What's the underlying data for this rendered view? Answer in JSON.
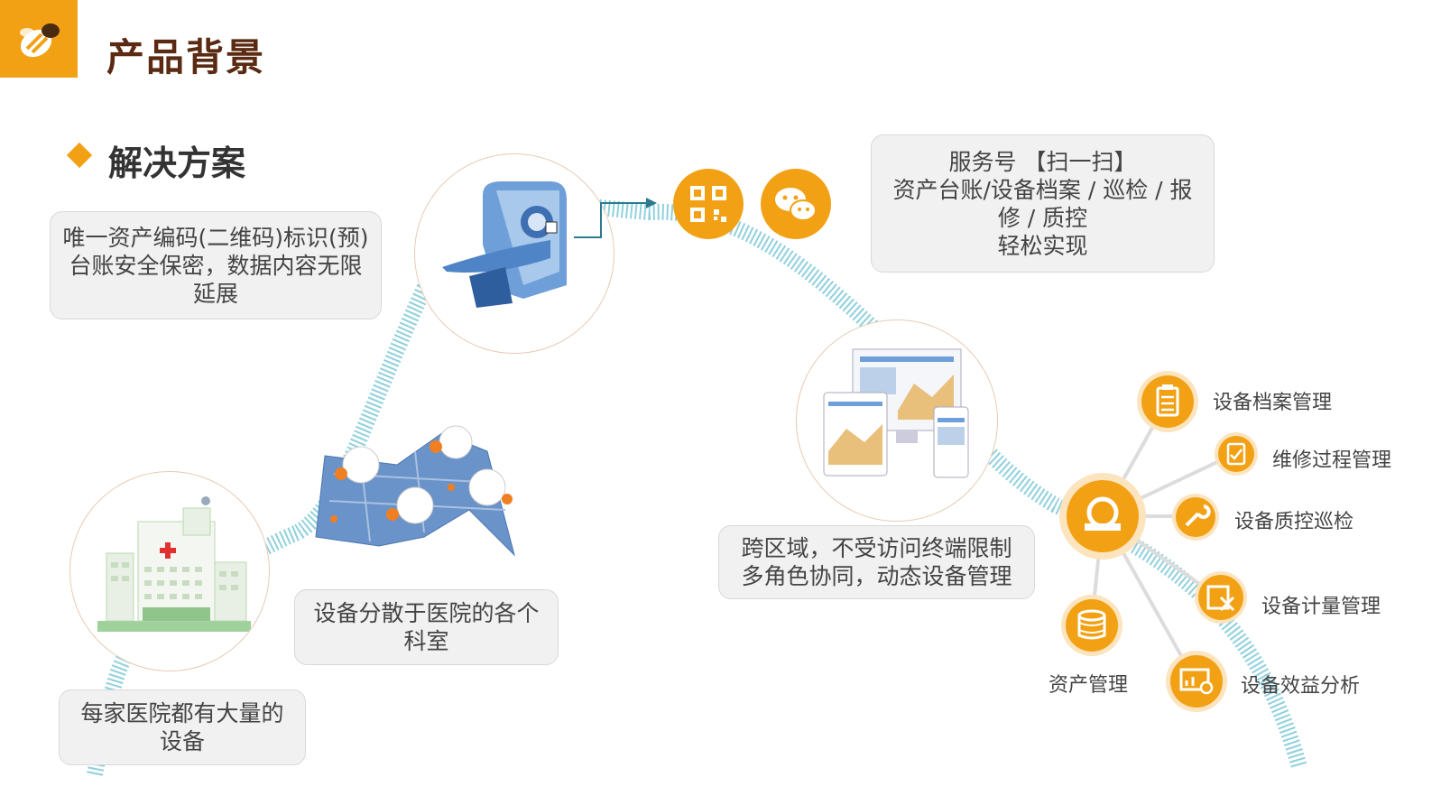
{
  "header": {
    "title": "产品背景",
    "section_title": "解决方案",
    "logo_icon": "bee-icon"
  },
  "colors": {
    "accent": "#f2a114",
    "title": "#5a2a12",
    "dotted_path": "#8fd0dc",
    "bubble_bg": "#f1f1f1"
  },
  "bubbles": {
    "hospital": [
      "每家医院都有大量的",
      "设备"
    ],
    "scattered": [
      "设备分散于医院的各个",
      "科室"
    ],
    "code": [
      "唯一资产编码(二维码)标识(预)",
      "台账安全保密，数据内容无限",
      "延展"
    ],
    "service": [
      "服务号 【扫一扫】",
      "资产台账/设备档案 / 巡检 / 报",
      "修 / 质控",
      "轻松实现"
    ],
    "cross": [
      "跨区域，不受访问终端限制",
      "多角色协同，动态设备管理"
    ]
  },
  "modules": [
    {
      "label": "设备档案管理",
      "icon": "clipboard-icon"
    },
    {
      "label": "维修过程管理",
      "icon": "checklist-icon"
    },
    {
      "label": "设备质控巡检",
      "icon": "wrench-icon"
    },
    {
      "label": "设备计量管理",
      "icon": "gauge-tool-icon"
    },
    {
      "label": "设备效益分析",
      "icon": "analytics-icon"
    },
    {
      "label": "资产管理",
      "icon": "coins-icon"
    }
  ],
  "hub_icon": "medical-device-hub-icon"
}
